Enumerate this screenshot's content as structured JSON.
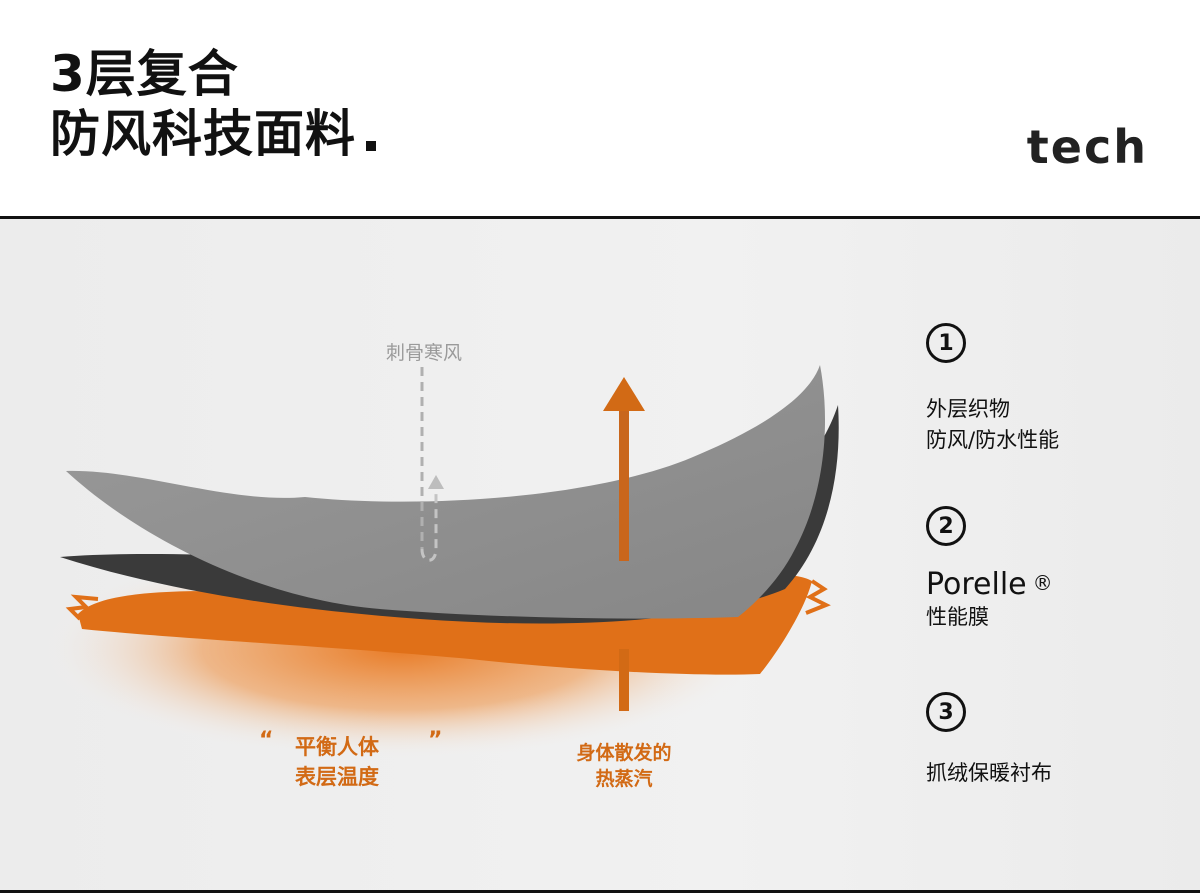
{
  "title": {
    "line1": "3层复合",
    "line2": "防风科技面料"
  },
  "brand": "tech",
  "diagram": {
    "wind_label": "刺骨寒风",
    "balance_label": {
      "line1": "平衡人体",
      "line2": "表层温度"
    },
    "quote_open": "“",
    "quote_close": "”",
    "steam_label": {
      "line1": "身体散发的",
      "line2": "热蒸汽"
    },
    "colors": {
      "accent": "#d26a15",
      "outer_fabric": "#8e8e8e",
      "membrane": "#3a3a3a",
      "fleece": "#e07018",
      "wind": "#b0b0b0"
    }
  },
  "layers": [
    {
      "number": "1",
      "line1": "外层织物",
      "line2": "防风/防水性能"
    },
    {
      "number": "2",
      "name": "Porelle",
      "mark": "®",
      "line2": "性能膜"
    },
    {
      "number": "3",
      "line1": "抓绒保暖衬布"
    }
  ]
}
